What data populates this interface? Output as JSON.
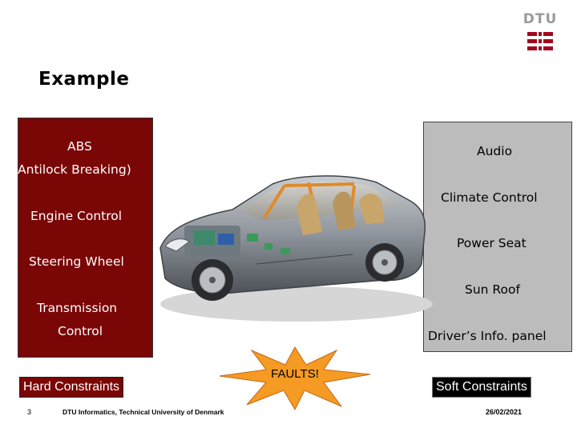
{
  "logo": {
    "text": "DTU",
    "accent": "#a00a1e"
  },
  "slide": {
    "title": "Example"
  },
  "hard_panel": {
    "color": "#7a0606",
    "items": [
      "ABS",
      "(Antilock Breaking)",
      "Engine Control",
      "Steering Wheel",
      "Transmission",
      "Control"
    ],
    "badge": "Hard Constraints"
  },
  "soft_panel": {
    "color": "#bcbcbc",
    "items": [
      "Audio",
      "Climate Control",
      "Power Seat",
      "Sun Roof",
      "Driver’s Info. panel"
    ],
    "badge": "Soft Constraints"
  },
  "faults": {
    "label": "FAULTS!",
    "color": "#f59a23"
  },
  "footer": {
    "page": "3",
    "org": "DTU Informatics, Technical University of Denmark",
    "date": "26/02/2021"
  }
}
